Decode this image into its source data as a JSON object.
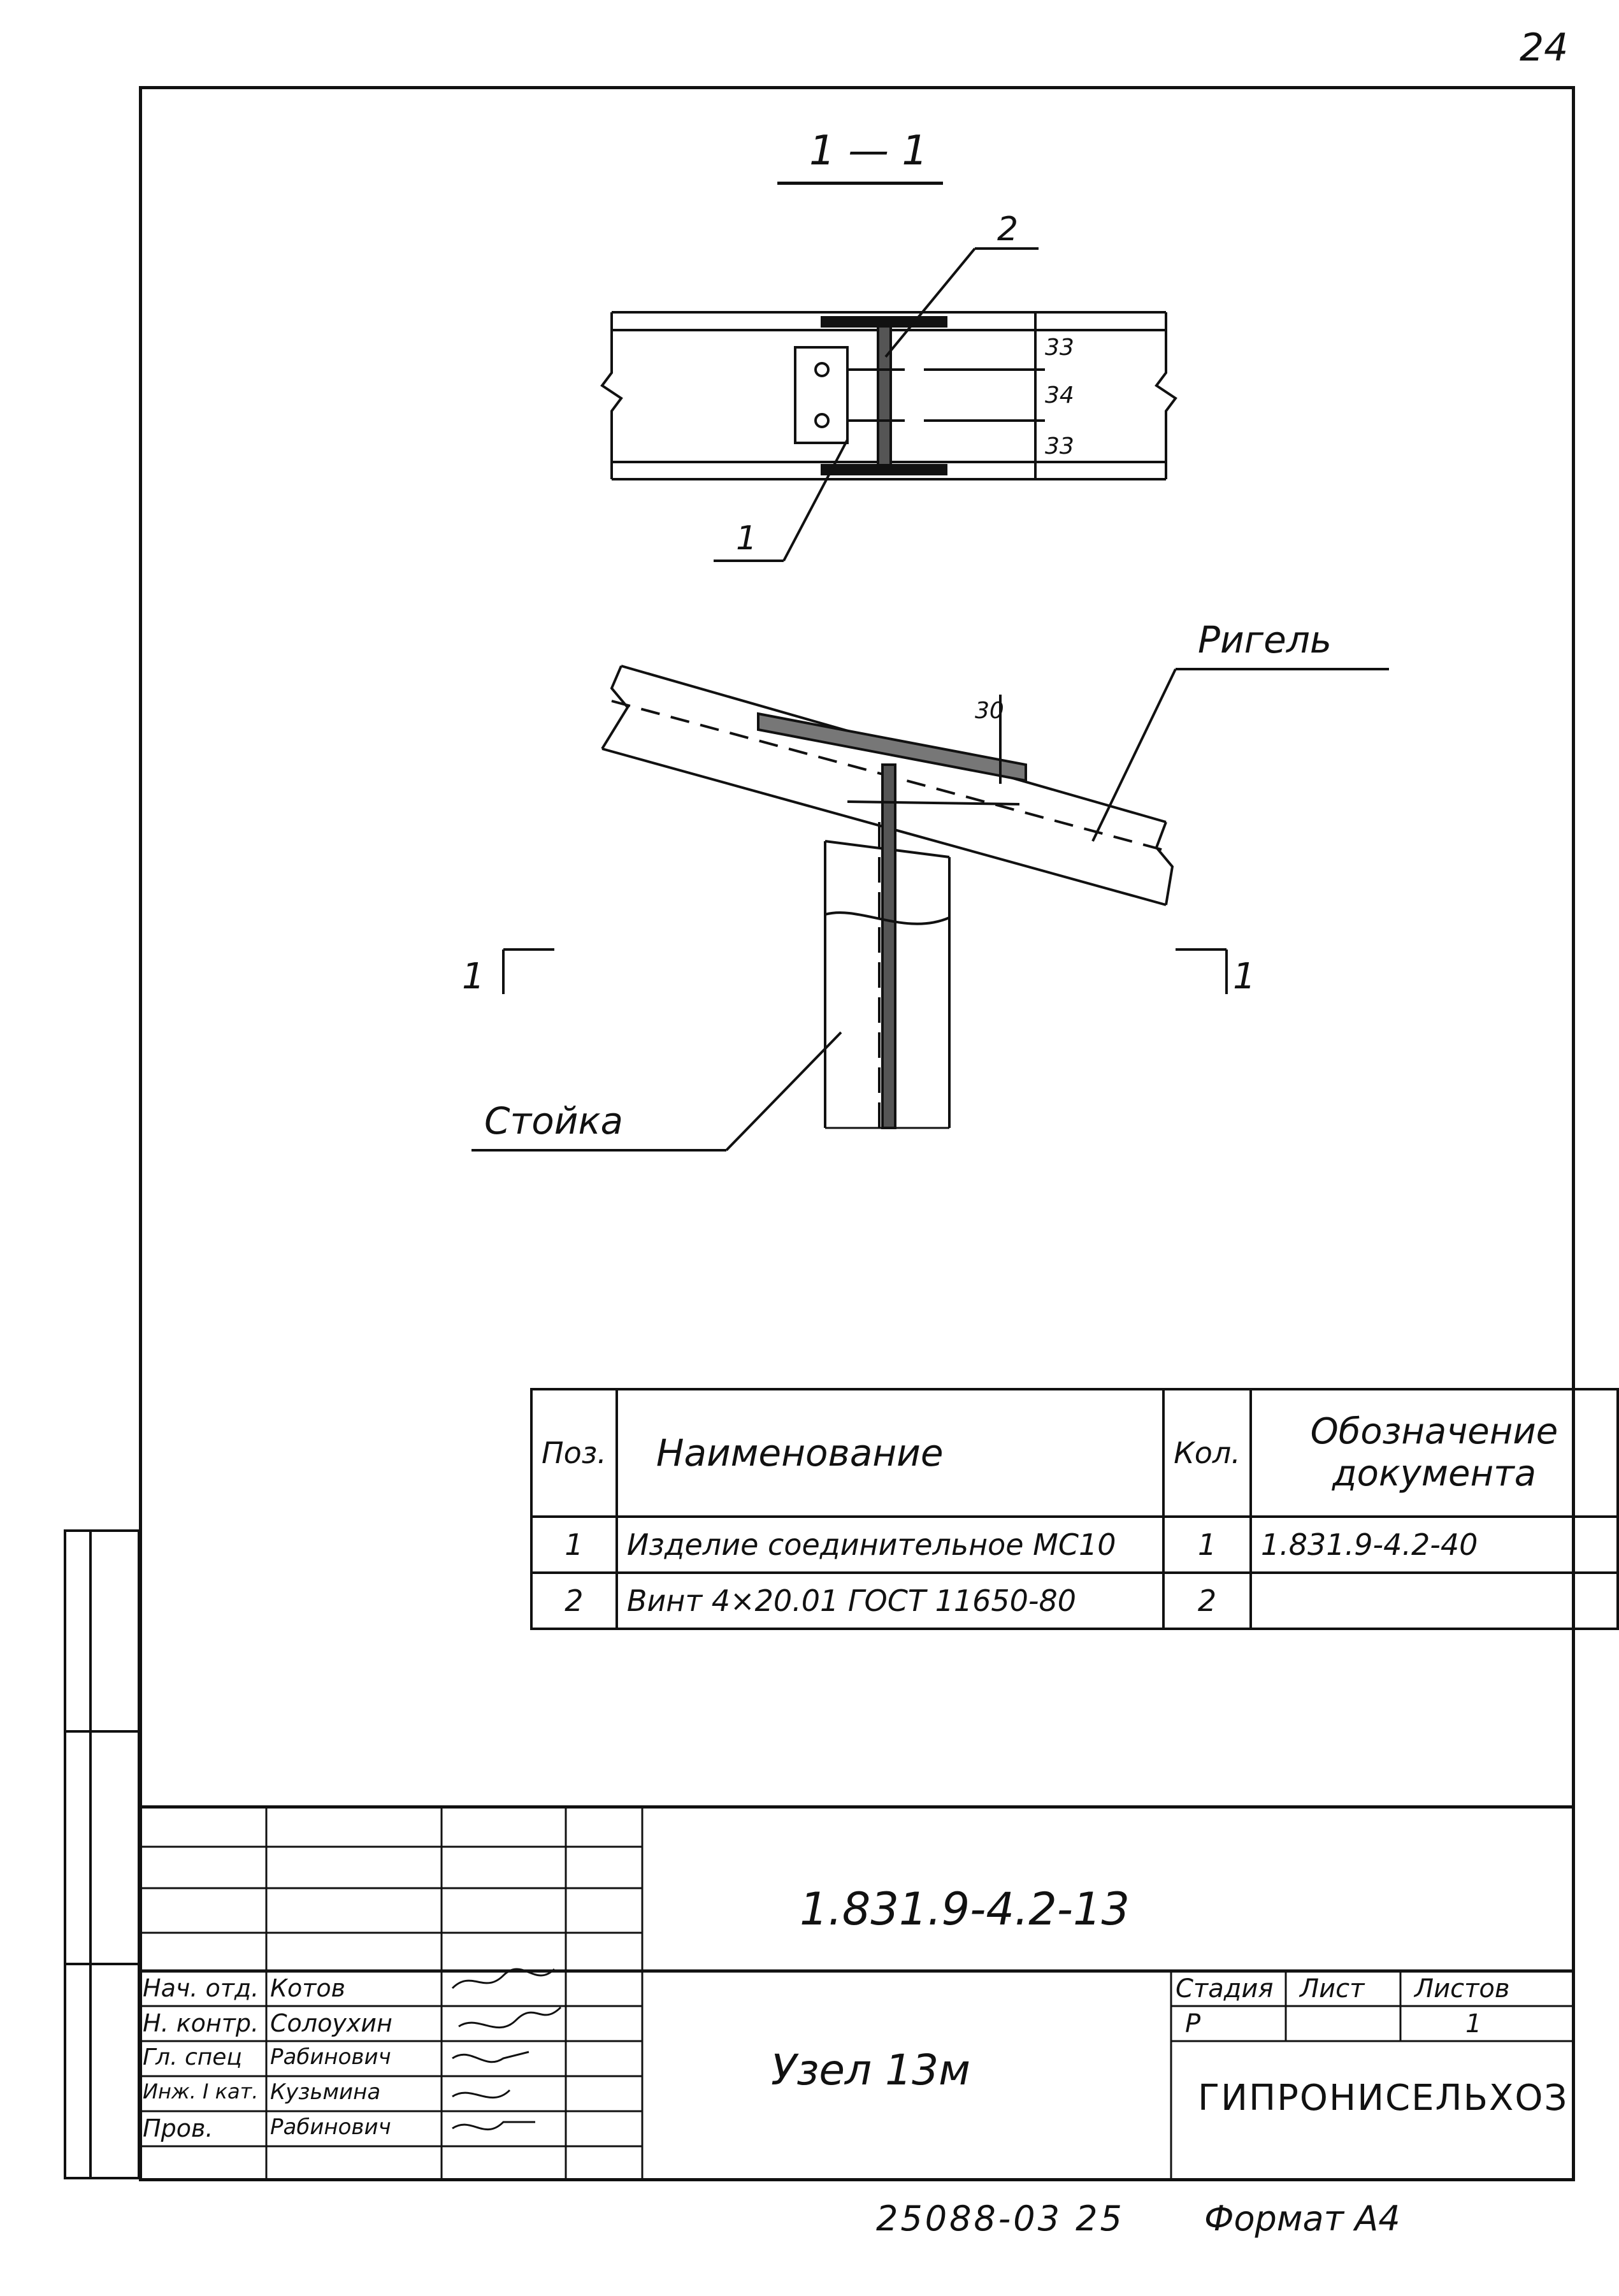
{
  "page_number": "24",
  "section_label": "1 — 1",
  "callouts": {
    "item1": "1",
    "item2": "2"
  },
  "dimensions": {
    "top": "33",
    "middle": "34",
    "bottom": "33",
    "flange_offset": "30"
  },
  "labels": {
    "rigel": "Ригель",
    "stoika": "Стойка",
    "cut_left": "1",
    "cut_right": "1"
  },
  "specification": {
    "headers": {
      "pos": "Поз.",
      "name": "Наименование",
      "qty": "Кол.",
      "doc_line1": "Обозначение",
      "doc_line2": "документа"
    },
    "rows": [
      {
        "pos": "1",
        "name": "Изделие соединительное МС10",
        "qty": "1",
        "doc": "1.831.9-4.2-40"
      },
      {
        "pos": "2",
        "name": "Винт 4×20.01 ГОСТ 11650-80",
        "qty": "2",
        "doc": ""
      }
    ]
  },
  "title_block": {
    "designation": "1.831.9-4.2-13",
    "title": "Узел 13м",
    "stage_header": "Стадия",
    "sheet_header": "Лист",
    "sheets_header": "Листов",
    "stage": "Р",
    "sheet": "",
    "sheets": "1",
    "organization": "ГИПРОНИСЕЛЬХОЗ",
    "staff": [
      {
        "role": "Нач. отд.",
        "name": "Котов"
      },
      {
        "role": "Н. контр.",
        "name": "Солоухин"
      },
      {
        "role": "Гл. спец",
        "name": "Рабинович"
      },
      {
        "role": "Инж. I кат.",
        "name": "Кузьмина"
      },
      {
        "role": "Пров.",
        "name": "Рабинович"
      }
    ]
  },
  "footer": {
    "number": "25088-03 25",
    "format": "Формат А4"
  }
}
